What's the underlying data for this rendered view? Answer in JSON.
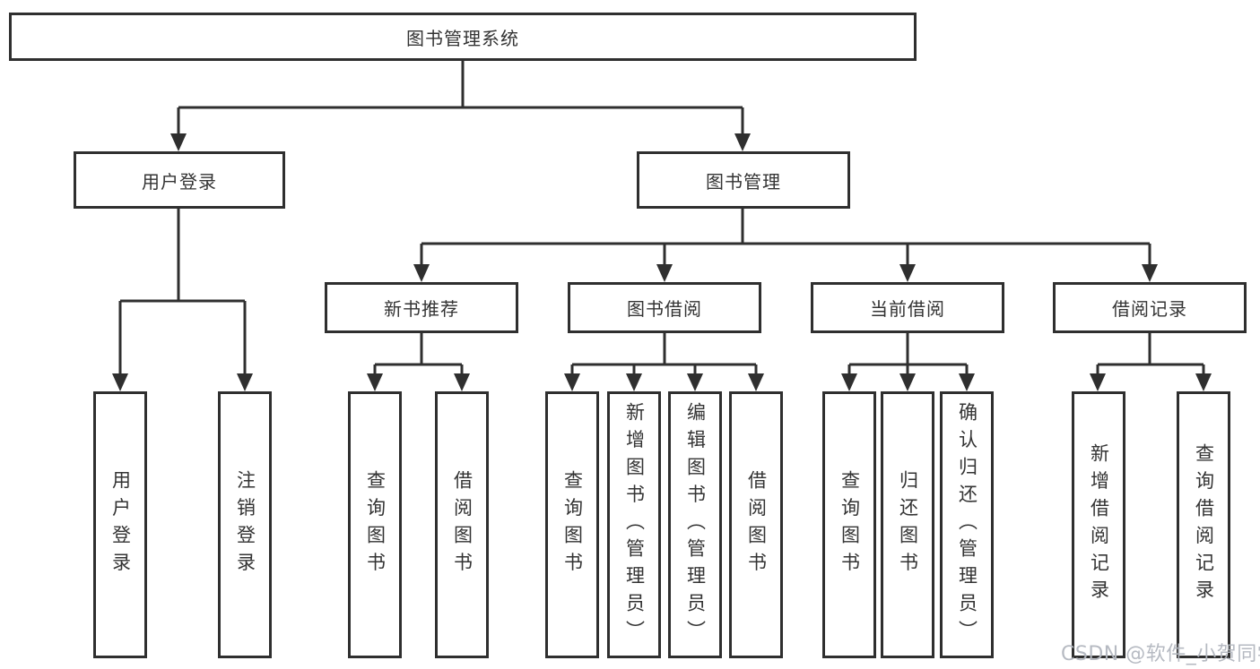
{
  "colors": {
    "line": "#2f2f2f",
    "text": "#333333",
    "watermark": "#b3b7bf",
    "background": "#ffffff"
  },
  "tree": {
    "root": {
      "label": "图书管理系统"
    },
    "branches": [
      {
        "label": "用户登录",
        "children": [
          "用户登录",
          "注销登录"
        ]
      },
      {
        "label": "图书管理",
        "groups": [
          {
            "label": "新书推荐",
            "children": [
              "查询图书",
              "借阅图书"
            ]
          },
          {
            "label": "图书借阅",
            "children": [
              "查询图书",
              "新增图书（管理员）",
              "编辑图书（管理员）",
              "借阅图书"
            ]
          },
          {
            "label": "当前借阅",
            "children": [
              "查询图书",
              "归还图书",
              "确认归还（管理员）"
            ]
          },
          {
            "label": "借阅记录",
            "children": [
              "新增借阅记录",
              "查询借阅记录"
            ]
          }
        ]
      }
    ]
  },
  "watermark": {
    "text": "CSDN @软件_小贺同学"
  }
}
